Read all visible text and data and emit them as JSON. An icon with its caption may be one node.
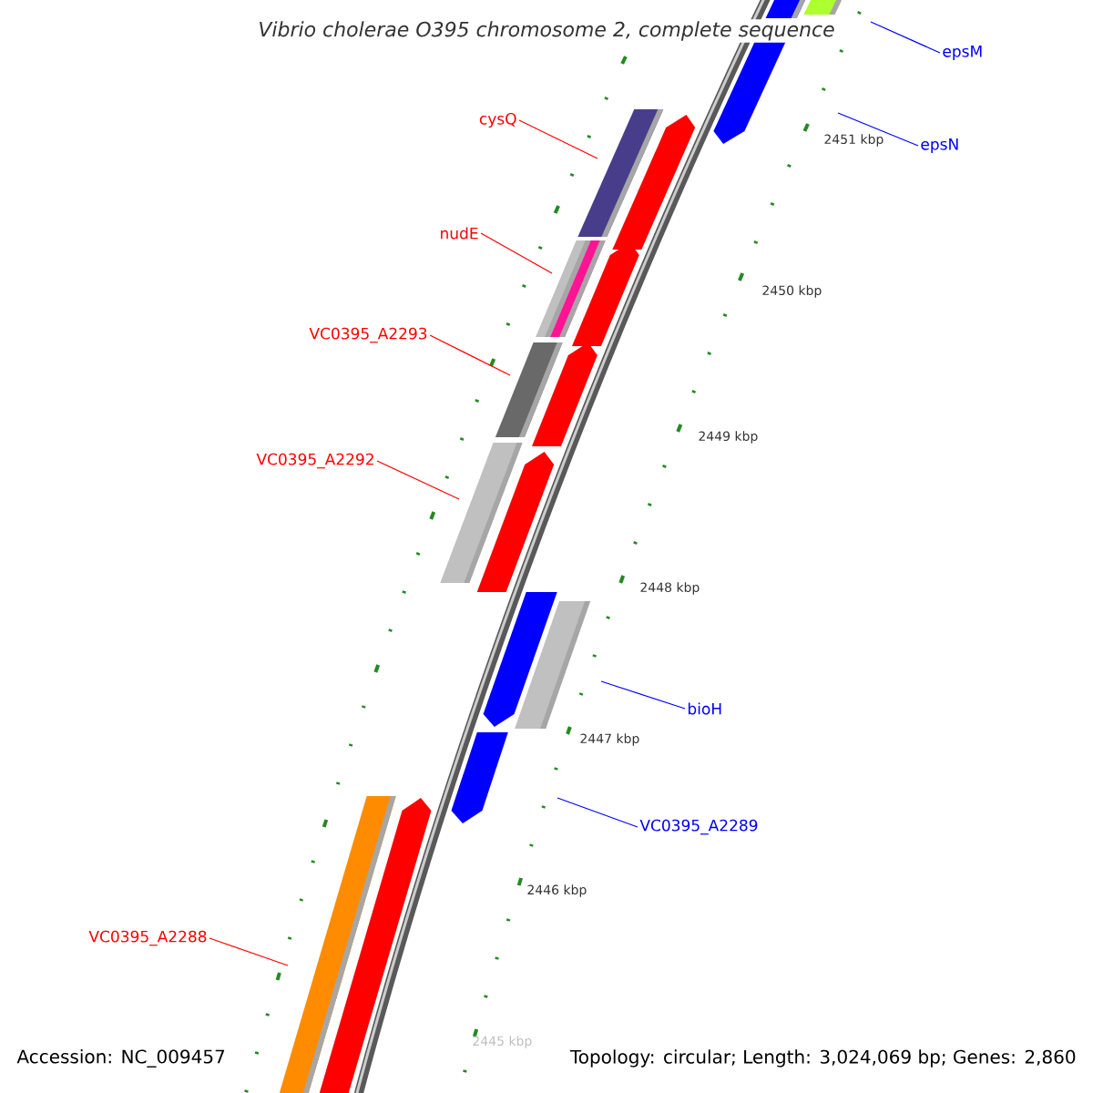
{
  "diagram": {
    "title": "Vibrio cholerae O395 chromosome 2, complete sequence",
    "nodes": [
      {
        "text": [
          "epsM"
        ]
      },
      {
        "text": [
          "cysQ"
        ]
      },
      {
        "text": [
          "epsN"
        ]
      },
      {
        "text": [
          "nudE"
        ]
      },
      {
        "text": [
          "VC0395_A2293"
        ]
      },
      {
        "text": [
          "VC0395_A2292"
        ]
      },
      {
        "text": [
          "bioH"
        ]
      },
      {
        "text": [
          "VC0395_A2289"
        ]
      },
      {
        "text": [
          "VC0395_A2288"
        ]
      }
    ],
    "edges": [
      {
        "from": 0,
        "to": null,
        "arrow": "none",
        "color": "#0000ff"
      },
      {
        "from": 1,
        "to": null,
        "arrow": "none"
      },
      {
        "from": 2,
        "to": null,
        "arrow": "none",
        "color": "#0000ff"
      },
      {
        "from": 3,
        "to": null,
        "arrow": "none"
      },
      {
        "from": 4,
        "to": null,
        "arrow": "none"
      },
      {
        "from": 5,
        "to": null,
        "arrow": "none"
      },
      {
        "from": 6,
        "to": null,
        "arrow": "none",
        "color": "#0000ff"
      },
      {
        "from": 7,
        "to": null,
        "arrow": "none",
        "color": "#0000ff"
      },
      {
        "from": 8,
        "to": null,
        "arrow": "none"
      }
    ],
    "labels": [
      "2451 kbp",
      "2450 kbp",
      "2449 kbp",
      "2448 kbp",
      "2447 kbp",
      "2446 kbp",
      "2445 kbp",
      "Accession: NC_009457",
      "Topology: circular; Length: 3,024,069 bp; Genes: 2,860"
    ]
  }
}
